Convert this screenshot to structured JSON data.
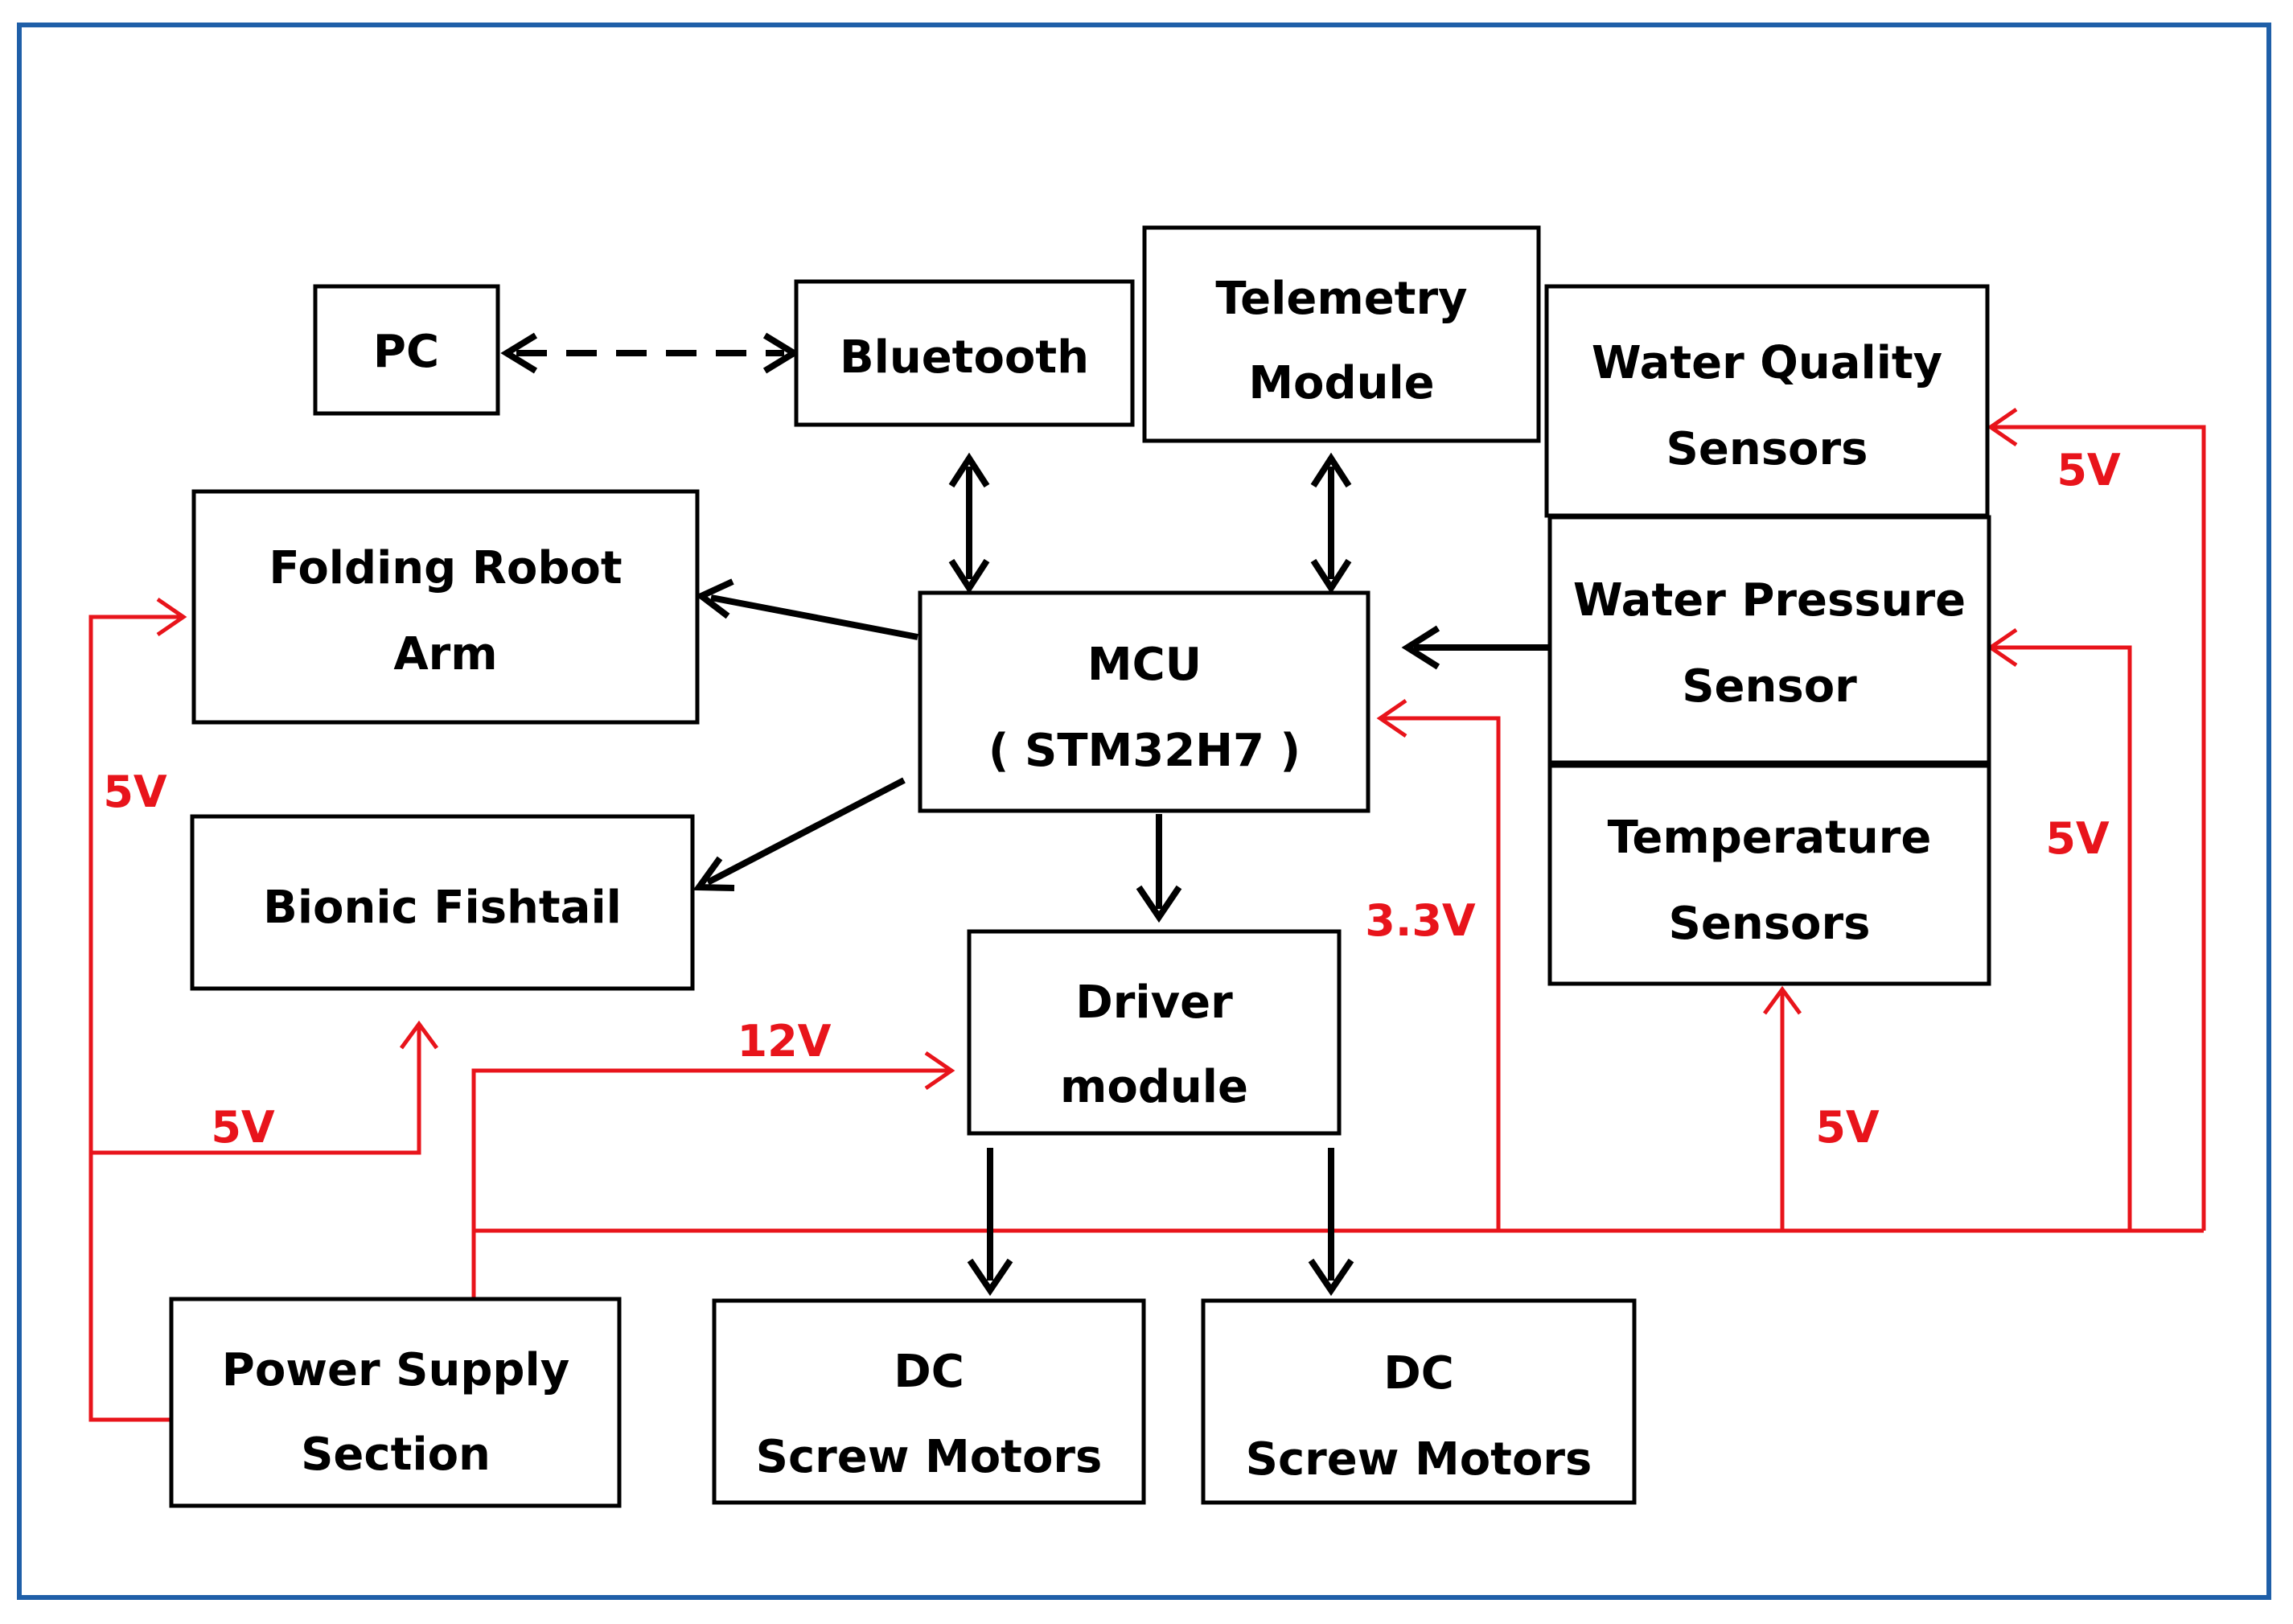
{
  "colors": {
    "frame": "#1f5fa8",
    "power_line": "#e8141b",
    "signal_line": "#000000",
    "box_border": "#000000"
  },
  "blocks": {
    "pc": [
      "PC"
    ],
    "bluetooth": [
      "Bluetooth"
    ],
    "telemetry": [
      "Telemetry",
      "Module"
    ],
    "water_quality": [
      "Water Quality",
      "Sensors"
    ],
    "water_pressure": [
      "Water Pressure",
      "Sensor"
    ],
    "temperature": [
      "Temperature",
      "Sensors"
    ],
    "robot_arm": [
      "Folding Robot",
      "Arm"
    ],
    "fishtail": [
      "Bionic Fishtail"
    ],
    "mcu": [
      "MCU",
      "( STM32H7 )"
    ],
    "driver": [
      "Driver",
      "module"
    ],
    "power_supply": [
      "Power Supply",
      "Section"
    ],
    "motor_left": [
      "DC",
      "Screw Motors"
    ],
    "motor_right": [
      "DC",
      "Screw Motors"
    ]
  },
  "voltages": {
    "arm": "5V",
    "fishtail": "5V",
    "driver": "12V",
    "mcu": "3.3V",
    "temperature": "5V",
    "pressure": "5V",
    "quality": "5V"
  },
  "connections": [
    {
      "from": "pc",
      "to": "bluetooth",
      "style": "dashed",
      "direction": "both"
    },
    {
      "from": "bluetooth",
      "to": "mcu",
      "style": "solid",
      "direction": "both"
    },
    {
      "from": "telemetry",
      "to": "mcu",
      "style": "solid",
      "direction": "both"
    },
    {
      "from": "mcu",
      "to": "robot_arm",
      "style": "solid",
      "direction": "forward"
    },
    {
      "from": "mcu",
      "to": "fishtail",
      "style": "solid",
      "direction": "forward"
    },
    {
      "from": "mcu",
      "to": "driver",
      "style": "solid",
      "direction": "forward"
    },
    {
      "from": "water_pressure",
      "to": "mcu",
      "style": "solid",
      "direction": "forward"
    },
    {
      "from": "driver",
      "to": "motor_left",
      "style": "solid",
      "direction": "forward"
    },
    {
      "from": "driver",
      "to": "motor_right",
      "style": "solid",
      "direction": "forward"
    },
    {
      "from": "power_supply",
      "to": "robot_arm",
      "style": "power",
      "voltage": "5V"
    },
    {
      "from": "power_supply",
      "to": "fishtail",
      "style": "power",
      "voltage": "5V"
    },
    {
      "from": "power_supply",
      "to": "driver",
      "style": "power",
      "voltage": "12V"
    },
    {
      "from": "power_supply",
      "to": "mcu",
      "style": "power",
      "voltage": "3.3V"
    },
    {
      "from": "power_supply",
      "to": "temperature",
      "style": "power",
      "voltage": "5V"
    },
    {
      "from": "power_supply",
      "to": "water_pressure",
      "style": "power",
      "voltage": "5V"
    },
    {
      "from": "power_supply",
      "to": "water_quality",
      "style": "power",
      "voltage": "5V"
    }
  ]
}
